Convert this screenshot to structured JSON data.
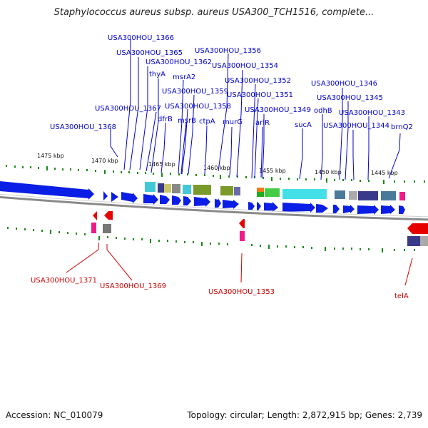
{
  "title": "Staphylococcus aureus subsp. aureus USA300_TCH1516, complete...",
  "accession": "Accession: NC_010079",
  "topology": "Topology: circular; Length: 2,872,915 bp; Genes: 2,739",
  "scale_labels": [
    "1475 kbp",
    "1470 kbp",
    "1465 kbp",
    "1460 kbp",
    "1455 kbp",
    "1450 kbp",
    "1445 kbp"
  ],
  "forward_labels": [
    "USA300HOU_1366",
    "USA300HOU_1365",
    "USA300HOU_1356",
    "USA300HOU_1362",
    "USA300HOU_1354",
    "thyA",
    "msrA2",
    "USA300HOU_1352",
    "USA300HOU_1359",
    "USA300HOU_1351",
    "USA300HOU_1346",
    "USA300HOU_1345",
    "USA300HOU_1358",
    "USA300HOU_1367",
    "USA300HOU_1349",
    "odhB",
    "USA300HOU_1343",
    "dfrB",
    "msrB",
    "ctpA",
    "murG",
    "arlR",
    "sucA",
    "USA300HOU_1344",
    "brnQ2",
    "USA300HOU_1368"
  ],
  "reverse_labels": [
    "USA300HOU_1371",
    "USA300HOU_1369",
    "USA300HOU_1353",
    "telA"
  ],
  "colors": {
    "forward_label": "#0000cc",
    "reverse_label": "#cc0000",
    "gene_blue": "#0a1ee6",
    "gene_red": "#e60000",
    "backbone": "#8a8a8a",
    "tick": "#1a8a1a"
  }
}
